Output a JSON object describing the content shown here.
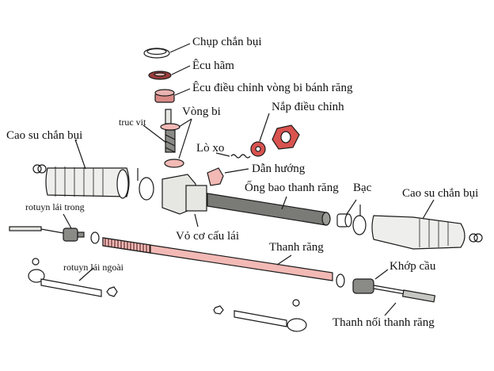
{
  "diagram": {
    "title": "Cấu tạo cơ cấu lái bánh răng - thanh răng",
    "colors": {
      "highlight": "#f2b9b5",
      "highlight_dark": "#c0392b",
      "metal_dark": "#6e6e6a",
      "metal_light": "#e6e6e2",
      "outline": "#1a1a1a"
    },
    "labels": {
      "dust_cap": "Chụp chắn bụi",
      "lock_nut": "Êcu hãm",
      "bearing_adjust_nut": "Êcu điều chỉnh vòng bi bánh răng",
      "adjust_cover": "Nắp điều chỉnh",
      "bearing": "Vòng bi",
      "worm_shaft": "truc vit",
      "spring": "Lò xo",
      "guide": "Dẫn hướng",
      "boot_left": "Cao su chắn bụi",
      "rack_tube": "Ống bao thanh răng",
      "bushing": "Bạc",
      "boot_right": "Cao su chắn bụi",
      "inner_tie_rod": "rotuyn lái trong",
      "housing": "Vỏ cơ cấu lái",
      "rack": "Thanh răng",
      "outer_tie_rod": "rotuyn lái ngoài",
      "ball_joint": "Khớp cầu",
      "tie_rod": "Thanh nối thanh răng"
    }
  }
}
